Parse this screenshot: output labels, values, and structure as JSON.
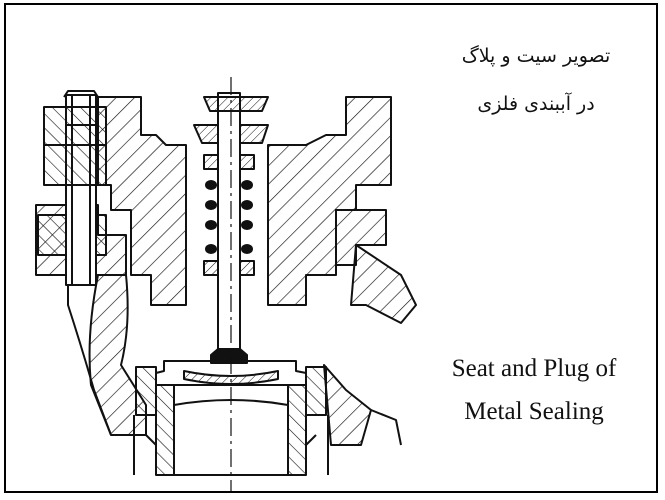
{
  "caption": {
    "fa_line1": "تصویر سیت و پلاگ",
    "fa_line2": "در آببندی فلزی",
    "en_line1": "Seat and Plug of",
    "en_line2": "Metal Sealing"
  },
  "colors": {
    "line": "#111111",
    "background": "#ffffff",
    "border": "#000000"
  }
}
